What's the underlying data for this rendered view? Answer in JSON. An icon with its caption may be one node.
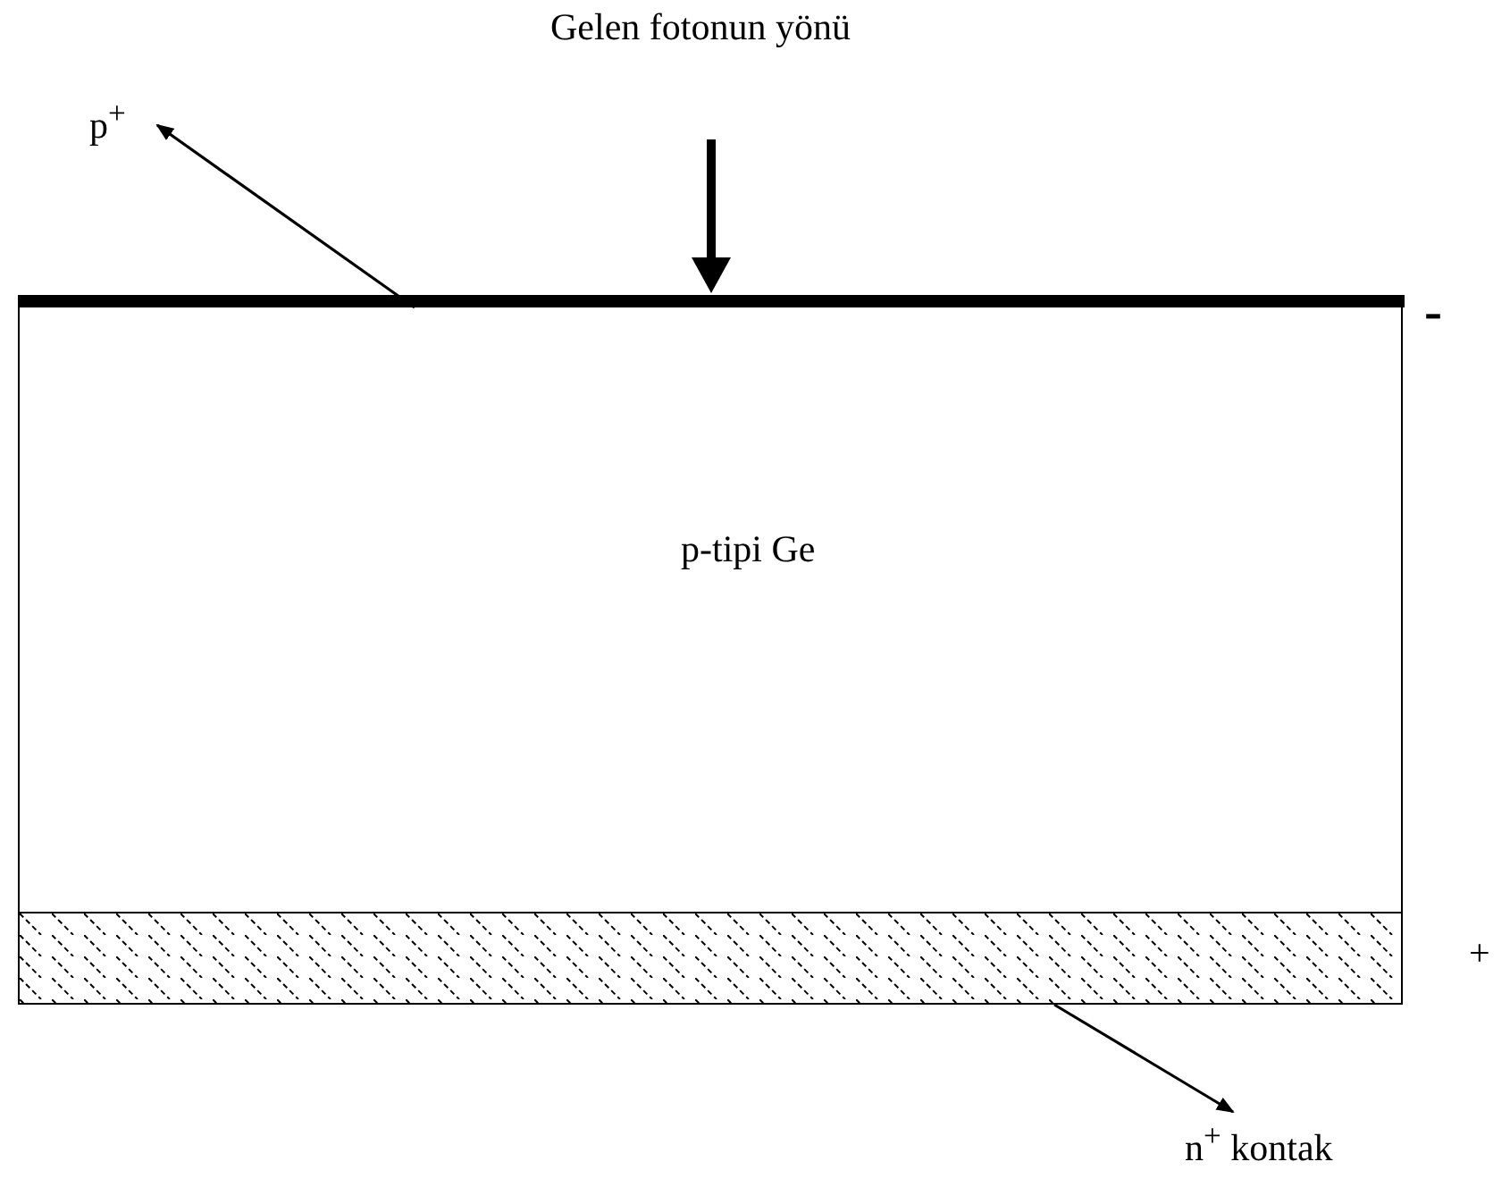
{
  "diagram": {
    "nodes": [
      {
        "text": [
          "p$^{+}$"
        ]
      },
      {
        "text": [],
        "shape": "bar"
      },
      {
        "text": [
          "p-tipi Ge"
        ]
      },
      {
        "text": [],
        "shape": "bar"
      },
      {
        "text": [
          "n$^{+}$ kontak"
        ]
      }
    ],
    "edges": [
      {
        "from": 1,
        "to": 0,
        "arrow": "to"
      },
      {
        "from": 3,
        "to": 4,
        "arrow": "to"
      }
    ],
    "labels": [
      "Gelen fotonun yönü",
      "-",
      "+"
    ]
  }
}
